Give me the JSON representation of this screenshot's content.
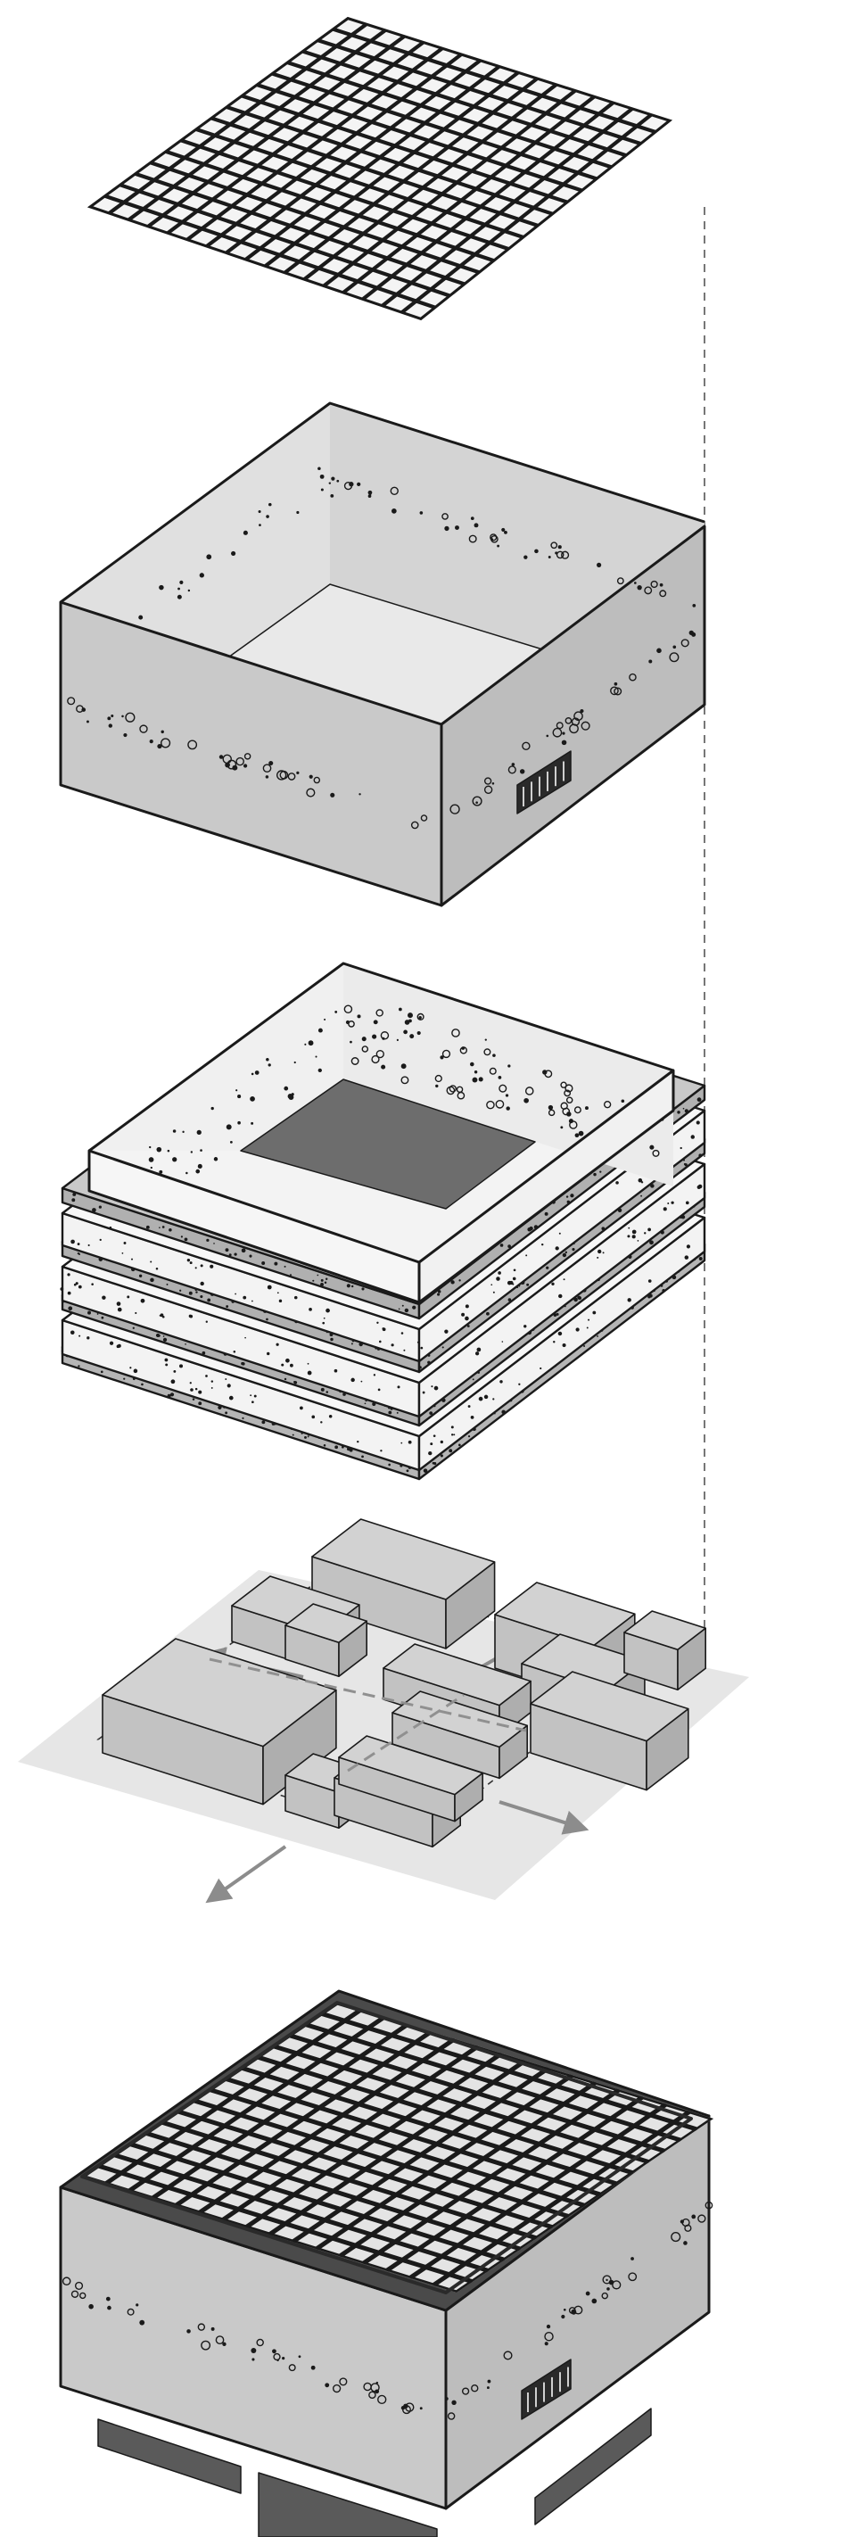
{
  "diagram": {
    "type": "exploded-axonometric",
    "layers": [
      {
        "name": "grid-lid"
      },
      {
        "name": "perforated-outer-shell"
      },
      {
        "name": "stacked-perforated-liners"
      },
      {
        "name": "block-massing-plan"
      },
      {
        "name": "assembled-unit"
      }
    ],
    "colors": {
      "stroke": "#1a1a1a",
      "shell_light": "#dcdcdc",
      "shell_mid": "#c8c8c8",
      "shell_dark": "#a9a9a9",
      "floor_light": "#e8e8e8",
      "floor_dark": "#6e6e6e",
      "ground": "#e6e6e6",
      "arrow": "#8c8c8c",
      "guide": "#555555"
    }
  }
}
